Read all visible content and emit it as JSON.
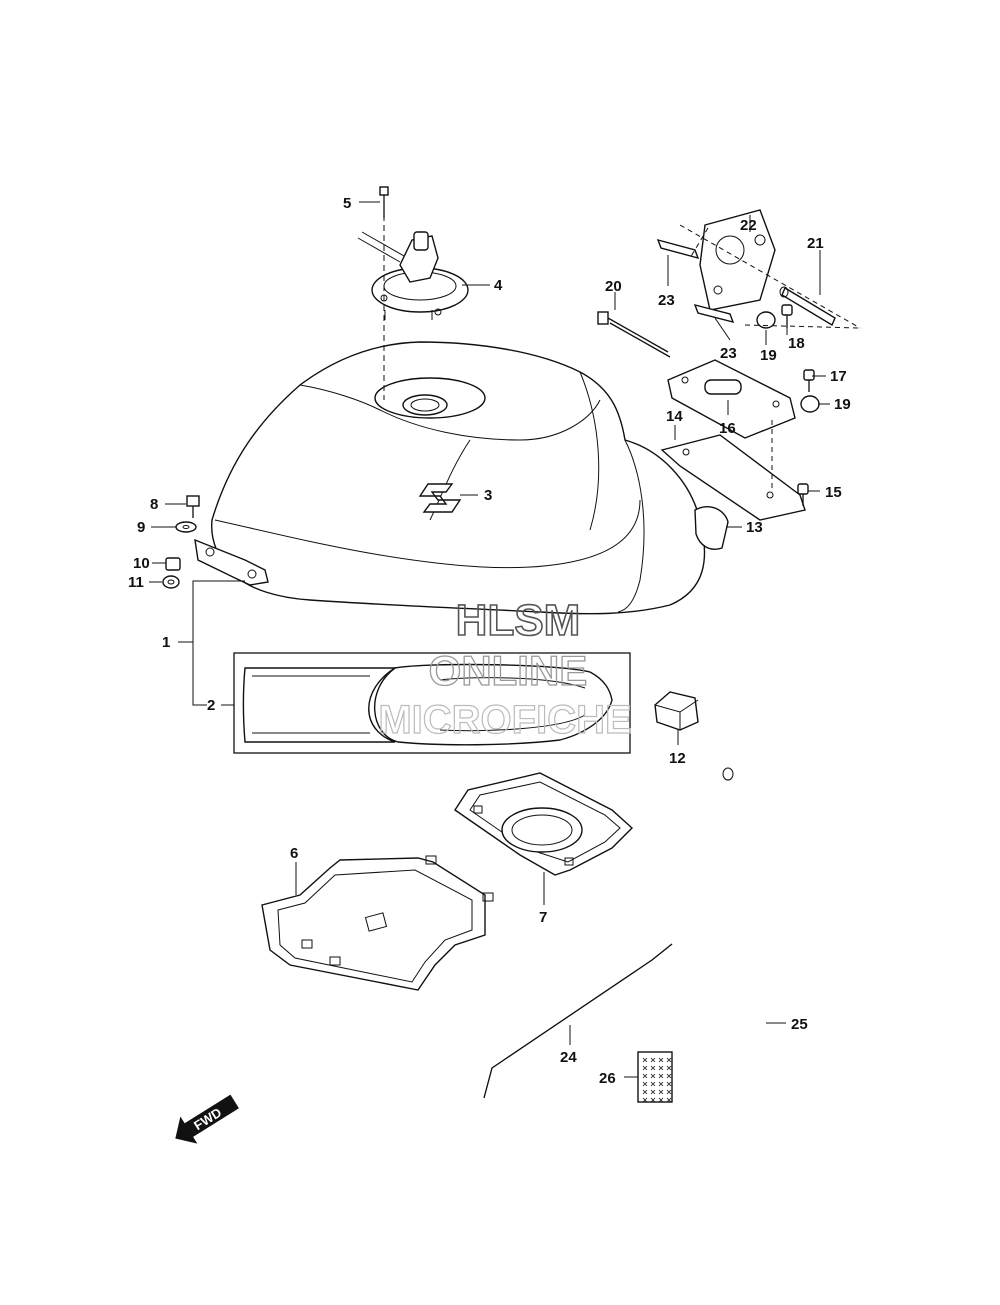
{
  "watermark": {
    "line1": "HLSM",
    "line2": "ONLINE",
    "line3": "MICROFICHE"
  },
  "fwd_label": "FWD",
  "callouts": {
    "c1": "1",
    "c2": "2",
    "c3": "3",
    "c4": "4",
    "c5": "5",
    "c6": "6",
    "c7": "7",
    "c8": "8",
    "c9": "9",
    "c10": "10",
    "c11": "11",
    "c12": "12",
    "c13": "13",
    "c14": "14",
    "c15": "15",
    "c16": "16",
    "c17": "17",
    "c18": "18",
    "c19a": "19",
    "c19b": "19",
    "c20": "20",
    "c21": "21",
    "c22": "22",
    "c23a": "23",
    "c23b": "23",
    "c24": "24",
    "c25": "25",
    "c26": "26"
  }
}
